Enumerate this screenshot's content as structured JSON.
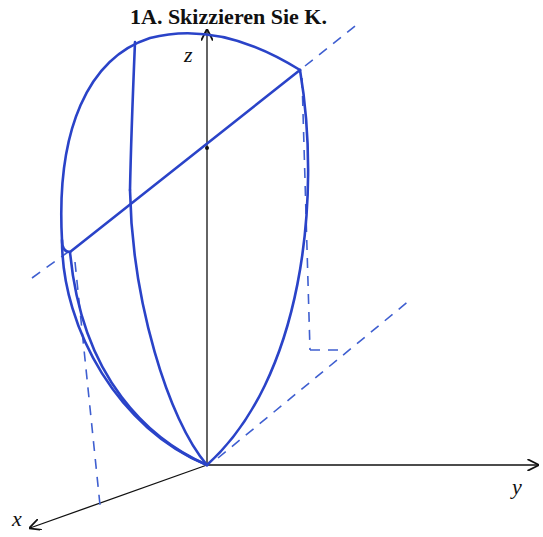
{
  "diagram": {
    "title": "1A. Skizzieren Sie K.",
    "labels": [
      "z",
      "y",
      "x"
    ]
  }
}
